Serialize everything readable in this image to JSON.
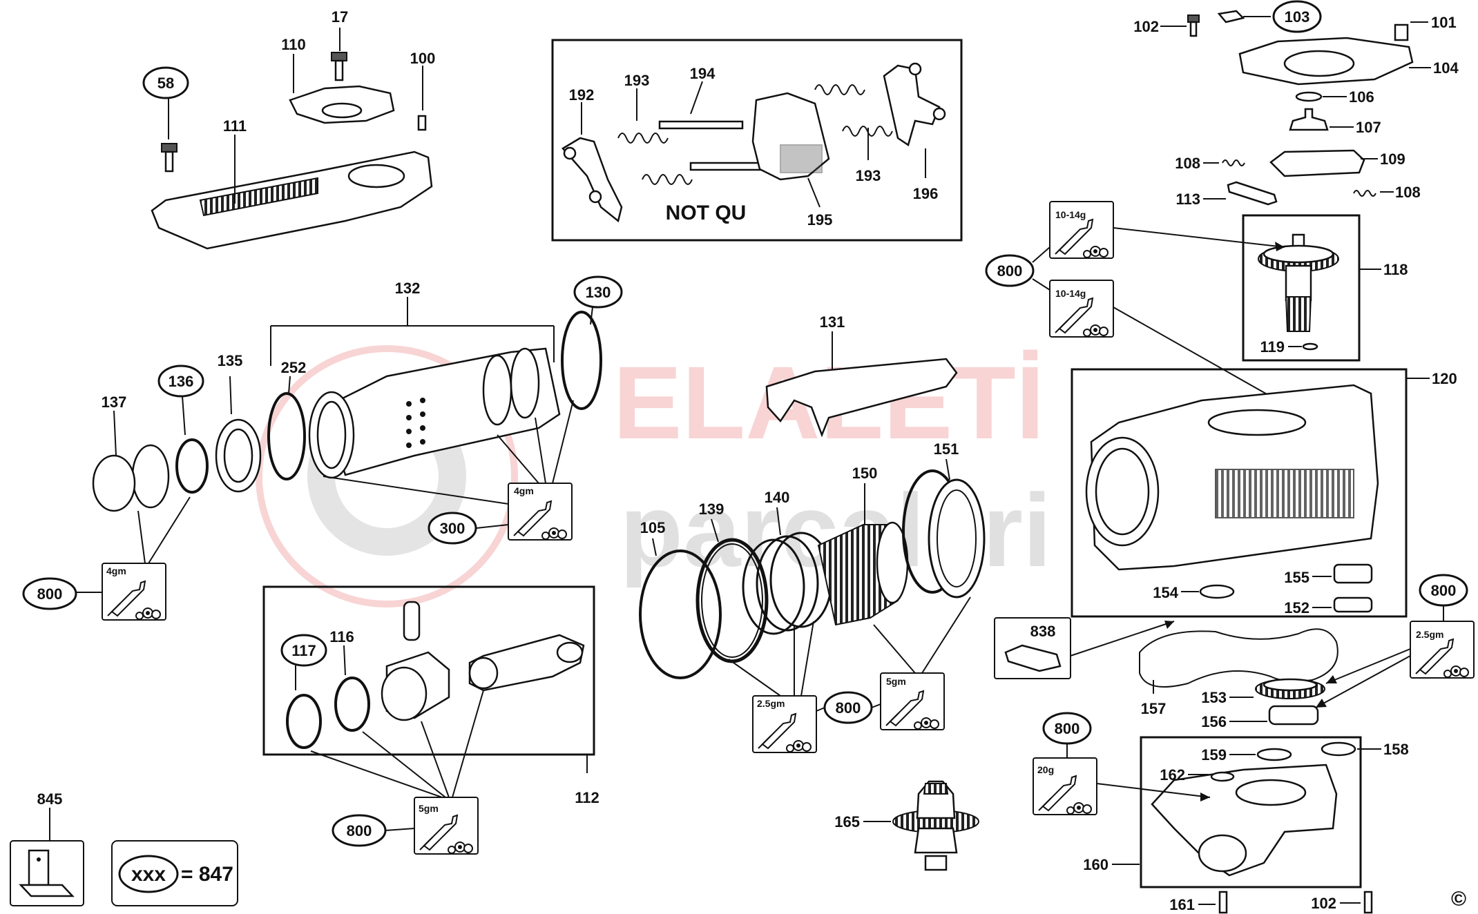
{
  "diagram": {
    "watermark": {
      "line1": "ELALETİ",
      "line2": "parcalari"
    },
    "not_qu": "NOT QU",
    "legend": {
      "symbol": "xxx",
      "equals": "= 847"
    },
    "copyright": "©",
    "labels": {
      "p17": "17",
      "p110": "110",
      "p100": "100",
      "p58": "58",
      "p111": "111",
      "p192": "192",
      "p193a": "193",
      "p194": "194",
      "p193b": "193",
      "p195": "195",
      "p196": "196",
      "p102a": "102",
      "p103": "103",
      "p101": "101",
      "p104": "104",
      "p106": "106",
      "p107": "107",
      "p108a": "108",
      "p109": "109",
      "p108b": "108",
      "p113": "113",
      "p800a": "800",
      "p118": "118",
      "p119": "119",
      "p120": "120",
      "p132": "132",
      "p130": "130",
      "p136": "136",
      "p135": "135",
      "p252": "252",
      "p137": "137",
      "p300": "300",
      "p800b": "800",
      "p131": "131",
      "p150": "150",
      "p151": "151",
      "p105": "105",
      "p139": "139",
      "p140": "140",
      "p800c": "800",
      "p117": "117",
      "p116": "116",
      "p112": "112",
      "p800d": "800",
      "p154": "154",
      "p155": "155",
      "p152": "152",
      "p838": "838",
      "p800e": "800",
      "p157": "157",
      "p153": "153",
      "p156": "156",
      "p800f": "800",
      "p159": "159",
      "p158": "158",
      "p162": "162",
      "p160": "160",
      "p161": "161",
      "p102b": "102",
      "p165": "165",
      "p845": "845"
    },
    "grease": {
      "g1": "10-14g",
      "g2": "10-14g",
      "g3": "4gm",
      "g4": "4gm",
      "g5": "5gm",
      "g6": "2.5gm",
      "g7": "5gm",
      "g8": "2.5gm",
      "g9": "20g"
    }
  }
}
